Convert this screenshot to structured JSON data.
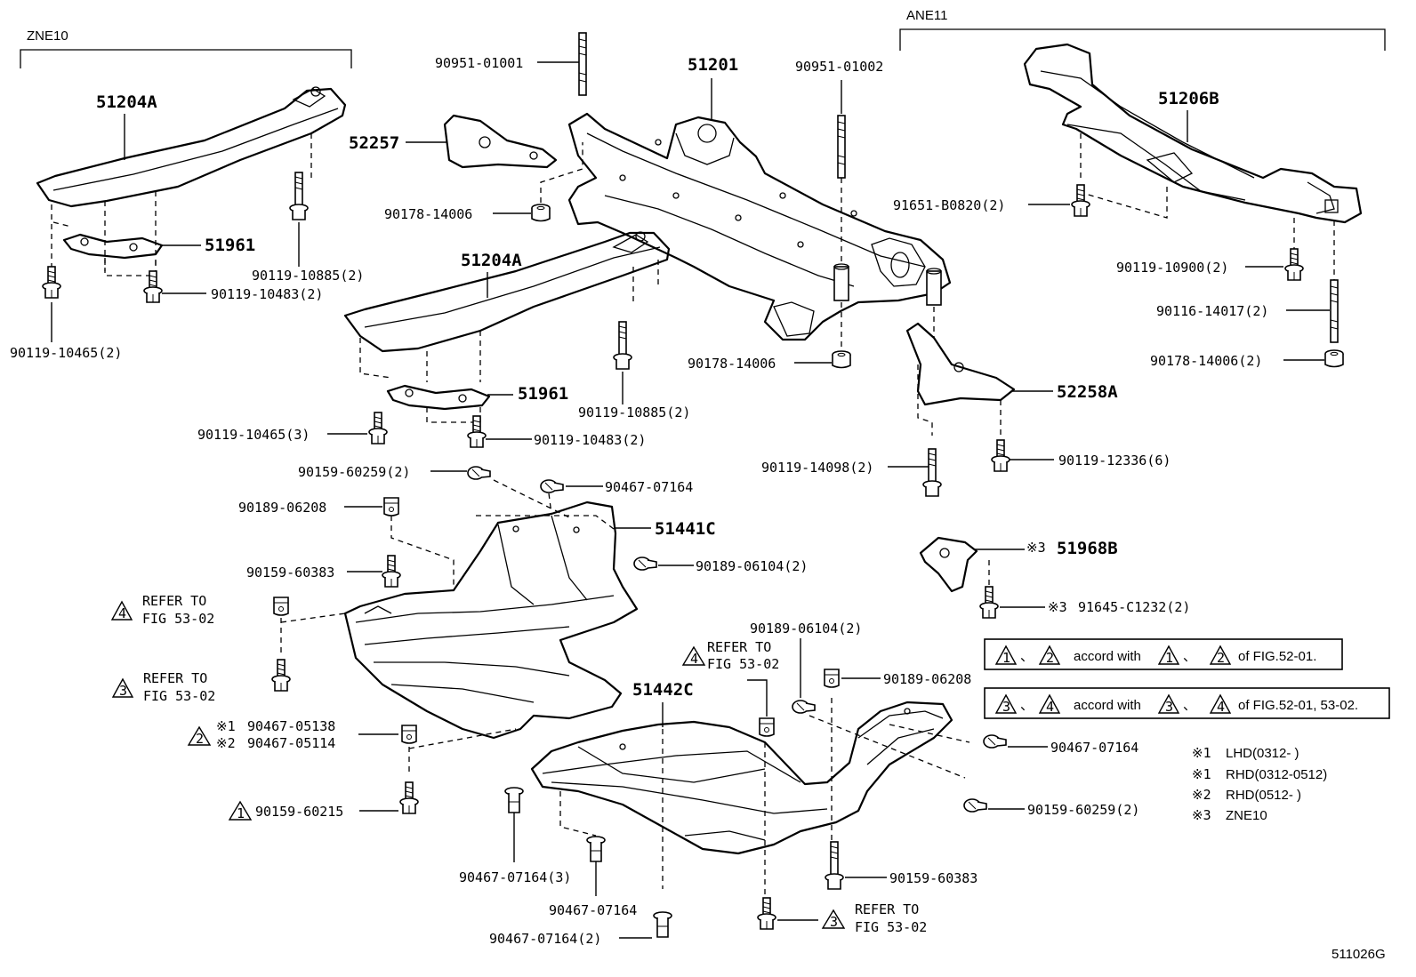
{
  "variants": {
    "zne10": "ZNE10",
    "ane11": "ANE11"
  },
  "parts": {
    "p51201": "51201",
    "p51204a_top": "51204A",
    "p51204a_mid": "51204A",
    "p52257": "52257",
    "p51961_top": "51961",
    "p51961_mid": "51961",
    "p51206b": "51206B",
    "p52258a": "52258A",
    "p51441c": "51441C",
    "p51442c": "51442C",
    "p51968b": "51968B",
    "stud_01001": "90951-01001",
    "stud_01002": "90951-01002",
    "nut_14006_a": "90178-14006",
    "nut_14006_b": "90178-14006",
    "nut_14006_c": "90178-14006(2)",
    "bolt_10885_a": "90119-10885(2)",
    "bolt_10885_b": "90119-10885(2)",
    "bolt_10483_a": "90119-10483(2)",
    "bolt_10483_b": "90119-10483(2)",
    "bolt_10465_a": "90119-10465(2)",
    "bolt_10465_b": "90119-10465(3)",
    "bolt_b0820": "91651-B0820(2)",
    "bolt_10900": "90119-10900(2)",
    "stud_14017": "90116-14017(2)",
    "bolt_14098": "90119-14098(2)",
    "bolt_12336": "90119-12336(6)",
    "screw_60259_a": "90159-60259(2)",
    "screw_60259_b": "90159-60259(2)",
    "clip_07164_a": "90467-07164",
    "clip_07164_b": "90467-07164",
    "clip_07164_c": "90467-07164(3)",
    "clip_07164_d": "90467-07164",
    "clip_07164_e": "90467-07164(2)",
    "nut_06208_a": "90189-06208",
    "nut_06208_b": "90189-06208",
    "nut_06104_a": "90189-06104(2)",
    "nut_06104_b": "90189-06104(2)",
    "screw_60383_a": "90159-60383",
    "screw_60383_b": "90159-60383",
    "clip_05138": "90467-05138",
    "clip_05114": "90467-05114",
    "screw_60215": "90159-60215",
    "bolt_c1232": "91645-C1232(2)"
  },
  "refs": {
    "refer_to": "REFER TO",
    "fig_53_02": "FIG 53-02",
    "n1": "1",
    "n2": "2",
    "n3": "3",
    "n4": "4"
  },
  "notes": {
    "accord_with": "accord with",
    "of_fig_1": "of FIG.52-01.",
    "of_fig_2": "of FIG.52-01, 53-02.",
    "sep": "、",
    "mark1": "※1",
    "mark2": "※2",
    "mark3": "※3",
    "lhd_0312": "LHD(0312-    )",
    "rhd_0312_0512": "RHD(0312-0512)",
    "rhd_0512": "RHD(0512-    )",
    "zne10": "ZNE10"
  },
  "figure_id": "511026G"
}
